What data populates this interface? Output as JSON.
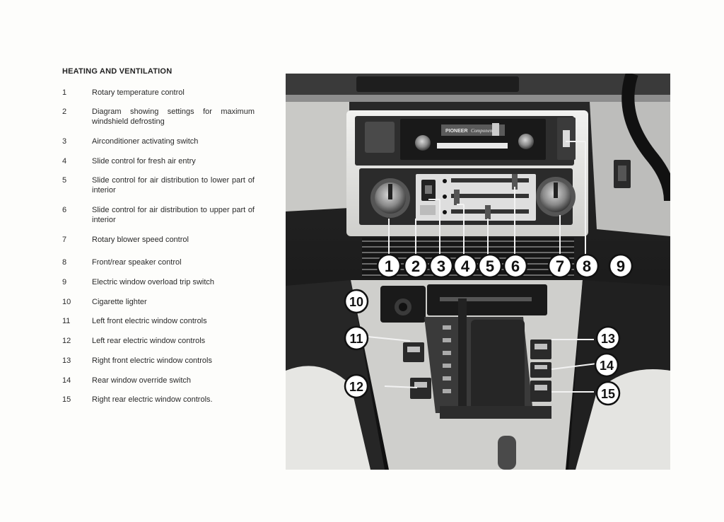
{
  "section_title": "HEATING AND VENTILATION",
  "legend": [
    {
      "num": "1",
      "text": "Rotary temperature control"
    },
    {
      "num": "2",
      "text": "Diagram showing settings for maximum windshield defrosting"
    },
    {
      "num": "3",
      "text": "Airconditioner activating switch"
    },
    {
      "num": "4",
      "text": "Slide control for fresh air entry"
    },
    {
      "num": "5",
      "text": "Slide control for air distribution to lower part of interior"
    },
    {
      "num": "6",
      "text": "Slide control for air distribution to upper part of interior"
    },
    {
      "num": "7",
      "text": "Rotary blower speed control"
    },
    {
      "num": "8",
      "text": "Front/rear speaker control"
    },
    {
      "num": "9",
      "text": "Electric window overload trip switch"
    },
    {
      "num": "10",
      "text": "Cigarette lighter"
    },
    {
      "num": "11",
      "text": "Left front electric window controls"
    },
    {
      "num": "12",
      "text": "Left rear electric window controls"
    },
    {
      "num": "13",
      "text": "Right front electric window controls"
    },
    {
      "num": "14",
      "text": "Rear window override switch"
    },
    {
      "num": "15",
      "text": "Right rear electric window controls."
    }
  ],
  "photo": {
    "radio_brand": "PIONEER",
    "radio_model": "Component",
    "callouts": [
      "1",
      "2",
      "3",
      "4",
      "5",
      "6",
      "7",
      "8",
      "9",
      "10",
      "11",
      "12",
      "13",
      "14",
      "15"
    ]
  }
}
